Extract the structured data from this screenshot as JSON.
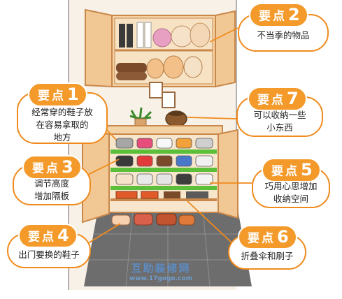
{
  "callouts": {
    "point2": {
      "title": "要点",
      "number": "2",
      "lines": [
        "不当季的物品"
      ]
    },
    "point1": {
      "title": "要点",
      "number": "1",
      "lines": [
        "经常穿的鞋子放",
        "在容易拿取的",
        "地方"
      ]
    },
    "point7": {
      "title": "要点",
      "number": "7",
      "lines": [
        "可以收纳一些",
        "小东西"
      ]
    },
    "point3": {
      "title": "要点",
      "number": "3",
      "lines": [
        "调节高度",
        "增加隔板"
      ]
    },
    "point5": {
      "title": "要点",
      "number": "5",
      "lines": [
        "巧用心思增加",
        "收纳空间"
      ]
    },
    "point4": {
      "title": "要点",
      "number": "4",
      "lines": [
        "出门要换的鞋子"
      ]
    },
    "point6": {
      "title": "要点",
      "number": "6",
      "lines": [
        "折叠伞和刷子"
      ]
    }
  },
  "watermark": {
    "name": "互助装修网",
    "url": "www.17gogo.com"
  },
  "colors": {
    "accent": "#f39a2a",
    "callout_border": "#f08a1c",
    "cabinet_wood": "#f3d3a5",
    "cabinet_outline": "#c9874a",
    "shelf_green": "#5bbf3a",
    "floor_tile": "#6b6b6b",
    "wall": "#f7efe4"
  }
}
